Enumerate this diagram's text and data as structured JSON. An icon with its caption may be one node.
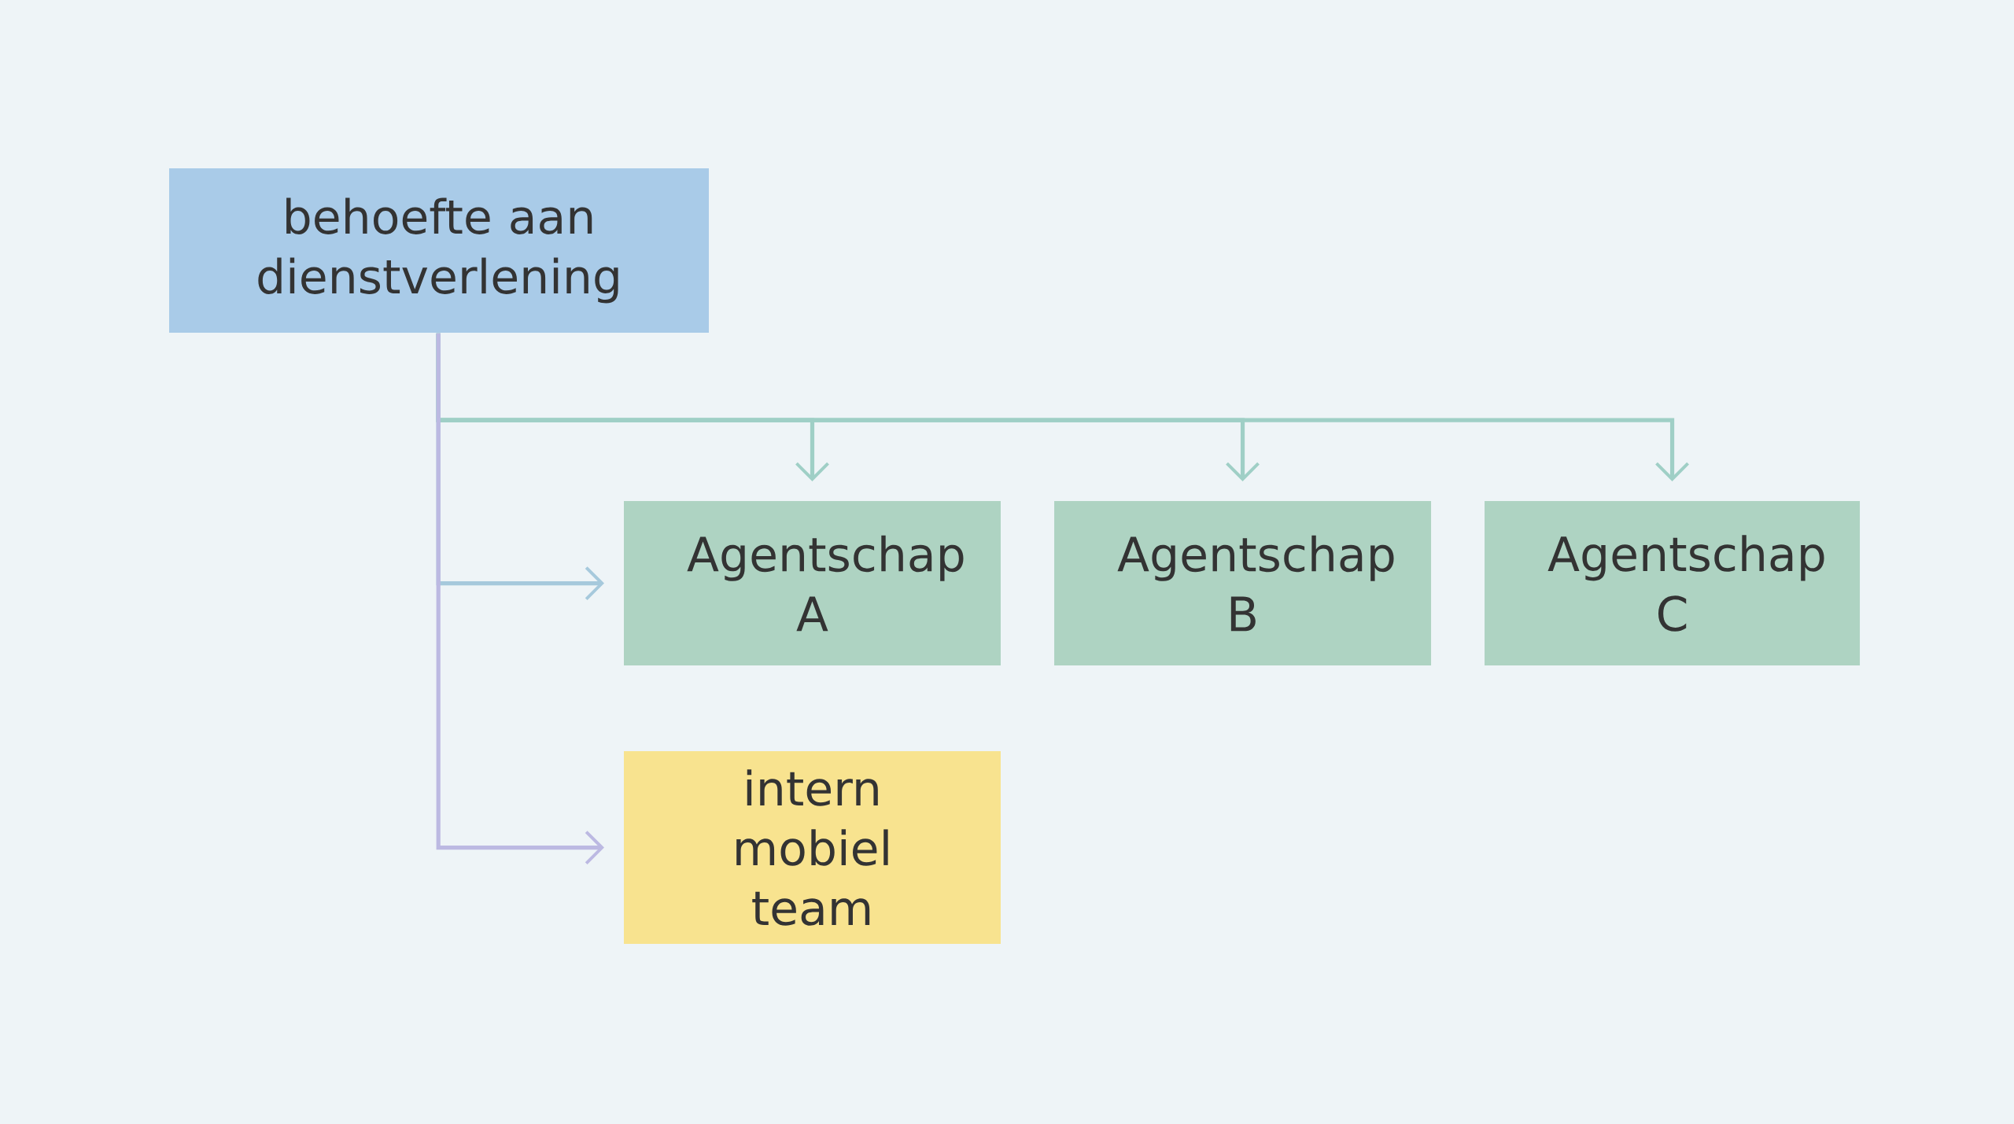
{
  "diagram": {
    "nodes": [
      {
        "text": [
          "behoefte aan dienstverlening"
        ]
      },
      {
        "text": [
          "Agentschap A"
        ]
      },
      {
        "text": [
          "Agentschap B"
        ]
      },
      {
        "text": [
          "Agentschap C"
        ]
      },
      {
        "text": [
          "intern mobiel team"
        ]
      }
    ],
    "edges": [
      {
        "from": 0,
        "to": 1,
        "arrow": "to"
      },
      {
        "from": 0,
        "to": 2,
        "arrow": "to"
      },
      {
        "from": 0,
        "to": 3,
        "arrow": "to"
      },
      {
        "from": 0,
        "to": 1,
        "arrow": "to",
        "color": "#a6c9dc"
      },
      {
        "from": 0,
        "to": 4,
        "arrow": "to",
        "color": "#bcb9e2"
      }
    ]
  }
}
